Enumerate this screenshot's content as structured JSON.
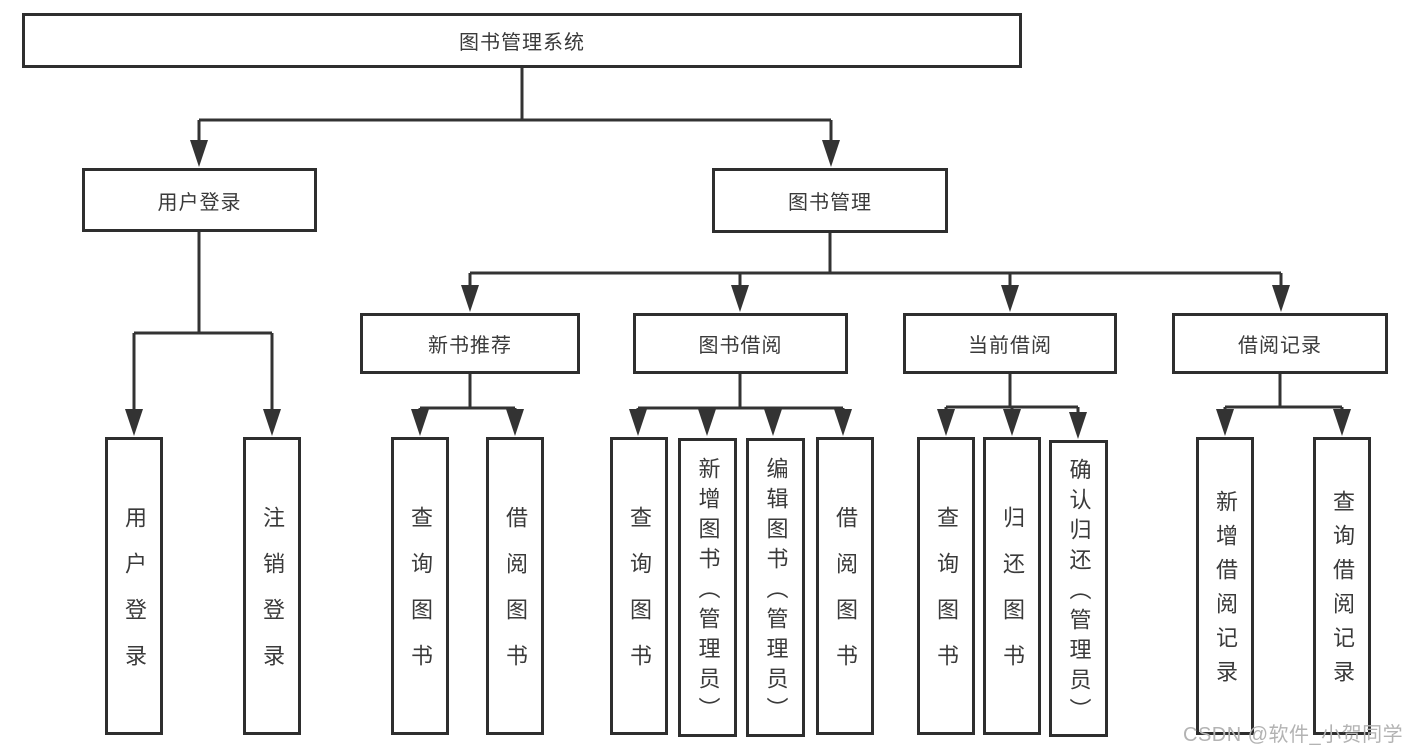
{
  "diagram": {
    "type": "hierarchy-tree",
    "colors": {
      "line": "#333333",
      "border": "#2e2e2e",
      "text": "#3a3a3a",
      "background": "#ffffff",
      "watermark": "#b3b3b3"
    },
    "nodes": {
      "root": "图书管理系统",
      "user_login": "用户登录",
      "book_mgmt": "图书管理",
      "new_book_rec": "新书推荐",
      "book_borrow": "图书借阅",
      "current_borrow": "当前借阅",
      "borrow_record": "借阅记录",
      "ul_login": "用户登录",
      "ul_logout": "注销登录",
      "nb_query": "查询图书",
      "nb_borrow": "借阅图书",
      "bb_query": "查询图书",
      "bb_add": "新增图书（管理员）",
      "bb_edit": "编辑图书（管理员）",
      "bb_borrow": "借阅图书",
      "cb_query": "查询图书",
      "cb_return": "归还图书",
      "cb_confirm": "确认归还（管理员）",
      "br_add": "新增借阅记录",
      "br_query": "查询借阅记录"
    },
    "hierarchy": {
      "root": [
        "user_login",
        "book_mgmt"
      ],
      "user_login": [
        "ul_login",
        "ul_logout"
      ],
      "book_mgmt": [
        "new_book_rec",
        "book_borrow",
        "current_borrow",
        "borrow_record"
      ],
      "new_book_rec": [
        "nb_query",
        "nb_borrow"
      ],
      "book_borrow": [
        "bb_query",
        "bb_add",
        "bb_edit",
        "bb_borrow"
      ],
      "current_borrow": [
        "cb_query",
        "cb_return",
        "cb_confirm"
      ],
      "borrow_record": [
        "br_add",
        "br_query"
      ]
    }
  },
  "watermark": {
    "text": "CSDN @软件_小贺同学"
  }
}
